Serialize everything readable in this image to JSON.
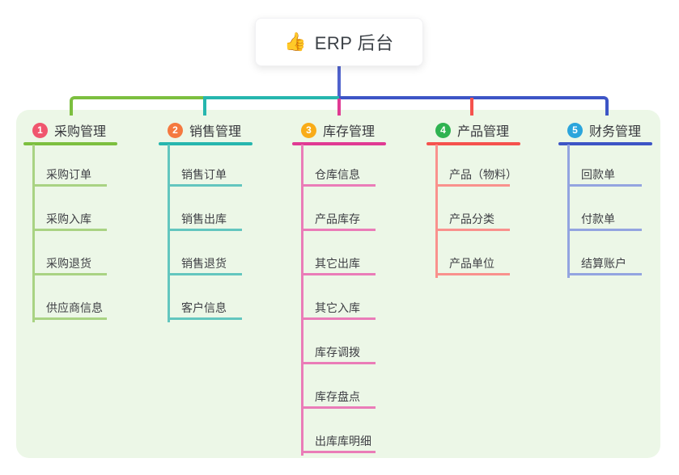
{
  "root": {
    "icon": "👍",
    "label": "ERP 后台"
  },
  "colors": {
    "panel_bg": "#ecf7e7",
    "root_line": "#5063cd",
    "text_dark": "#37383d",
    "text_child": "#3f4045"
  },
  "branches": [
    {
      "number": "1",
      "label": "采购管理",
      "color": "#7cbf3f",
      "light": "#a9d383",
      "badge": "#f0566e",
      "children": [
        "采购订单",
        "采购入库",
        "采购退货",
        "供应商信息"
      ]
    },
    {
      "number": "2",
      "label": "销售管理",
      "color": "#26b6ae",
      "light": "#63c6bf",
      "badge": "#f5793f",
      "children": [
        "销售订单",
        "销售出库",
        "销售退货",
        "客户信息"
      ]
    },
    {
      "number": "3",
      "label": "库存管理",
      "color": "#e03a93",
      "light": "#ea7cb8",
      "badge": "#f9ac18",
      "children": [
        "仓库信息",
        "产品库存",
        "其它出库",
        "其它入库",
        "库存调拨",
        "库存盘点",
        "出库库明细"
      ]
    },
    {
      "number": "4",
      "label": "产品管理",
      "color": "#f5524d",
      "light": "#f9918d",
      "badge": "#2fb351",
      "children": [
        "产品（物料）",
        "产品分类",
        "产品单位"
      ]
    },
    {
      "number": "5",
      "label": "财务管理",
      "color": "#3d55c6",
      "light": "#93a4e0",
      "badge": "#2ba5dc",
      "children": [
        "回款单",
        "付款单",
        "结算账户"
      ]
    }
  ]
}
